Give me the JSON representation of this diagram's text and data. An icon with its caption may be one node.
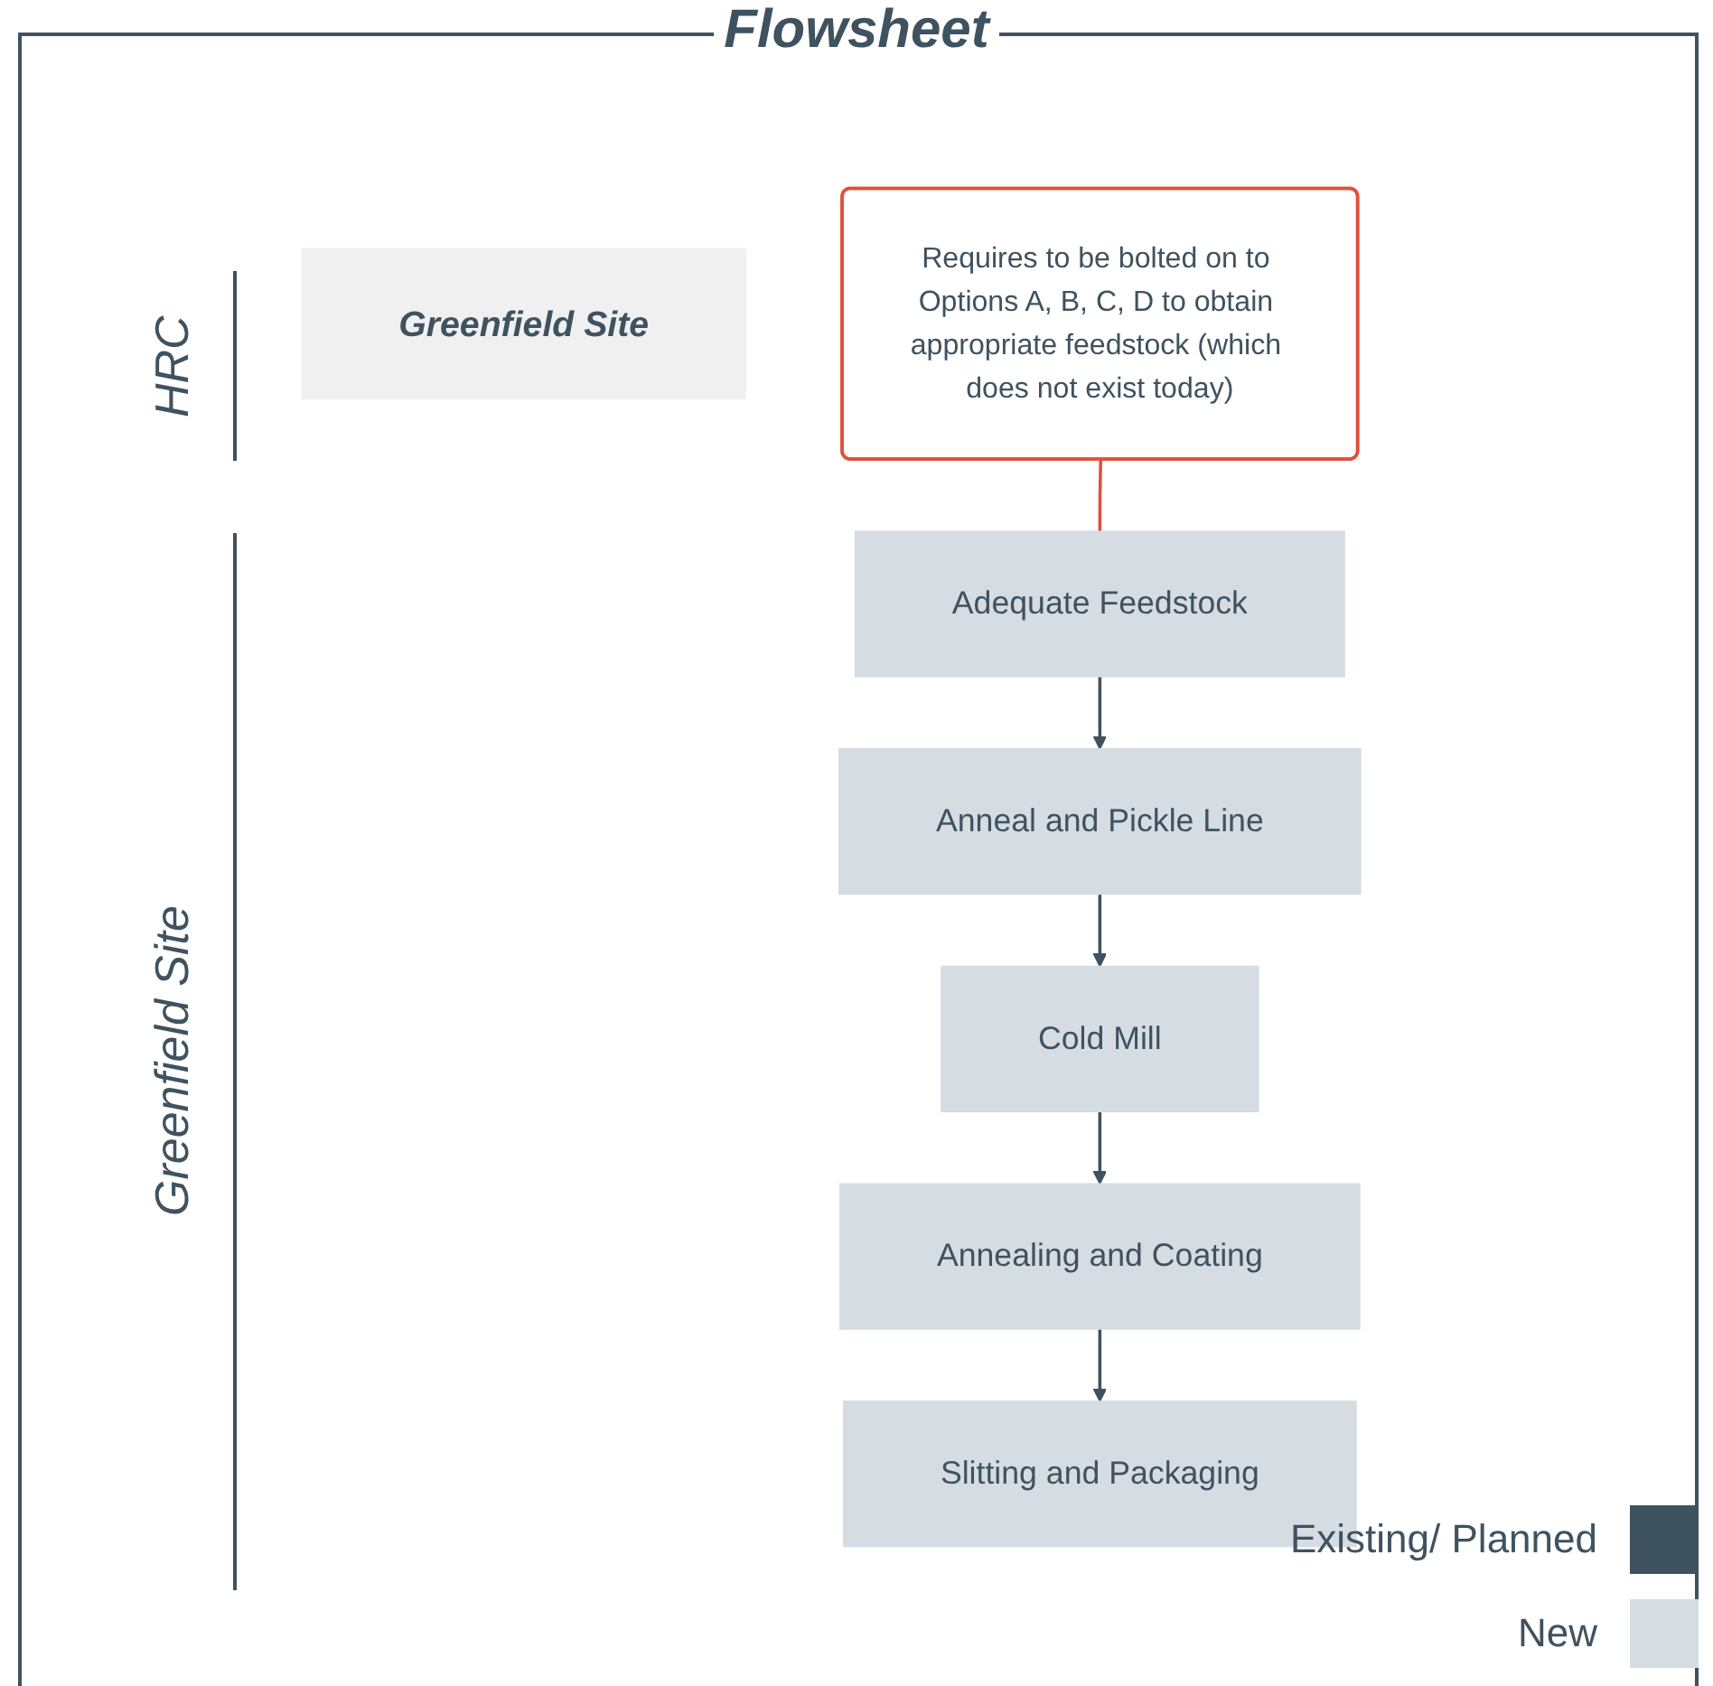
{
  "diagram": {
    "title": "Flowsheet",
    "nodes": [
      {
        "text": [
          "Greenfield Site"
        ]
      },
      {
        "text": [
          "Adequate Feedstock"
        ]
      },
      {
        "text": [
          "Requires to be bolted on to Options A, B, C, D to obtain appropriate feedstock (which does not exist today)"
        ]
      },
      {
        "text": [
          "Anneal and Pickle Line"
        ]
      },
      {
        "text": [
          "Cold Mill"
        ]
      },
      {
        "text": [
          "Annealing and Coating"
        ]
      },
      {
        "text": [
          "Slitting and Packaging"
        ]
      }
    ],
    "edges": [
      {
        "from": 2,
        "to": 1,
        "arrow": "none",
        "color": "#e0503a"
      },
      {
        "from": 1,
        "to": 3,
        "arrow": "to"
      },
      {
        "from": 3,
        "to": 4,
        "arrow": "to"
      },
      {
        "from": 4,
        "to": 5,
        "arrow": "to"
      },
      {
        "from": 5,
        "to": 6,
        "arrow": "to"
      }
    ],
    "labels": [
      "HRC",
      "Greenfield Site"
    ],
    "legend": [
      {
        "text": "Existing/ Planned",
        "color": "#3f5260"
      },
      {
        "text": "New",
        "color": "#d5dce2"
      }
    ]
  }
}
